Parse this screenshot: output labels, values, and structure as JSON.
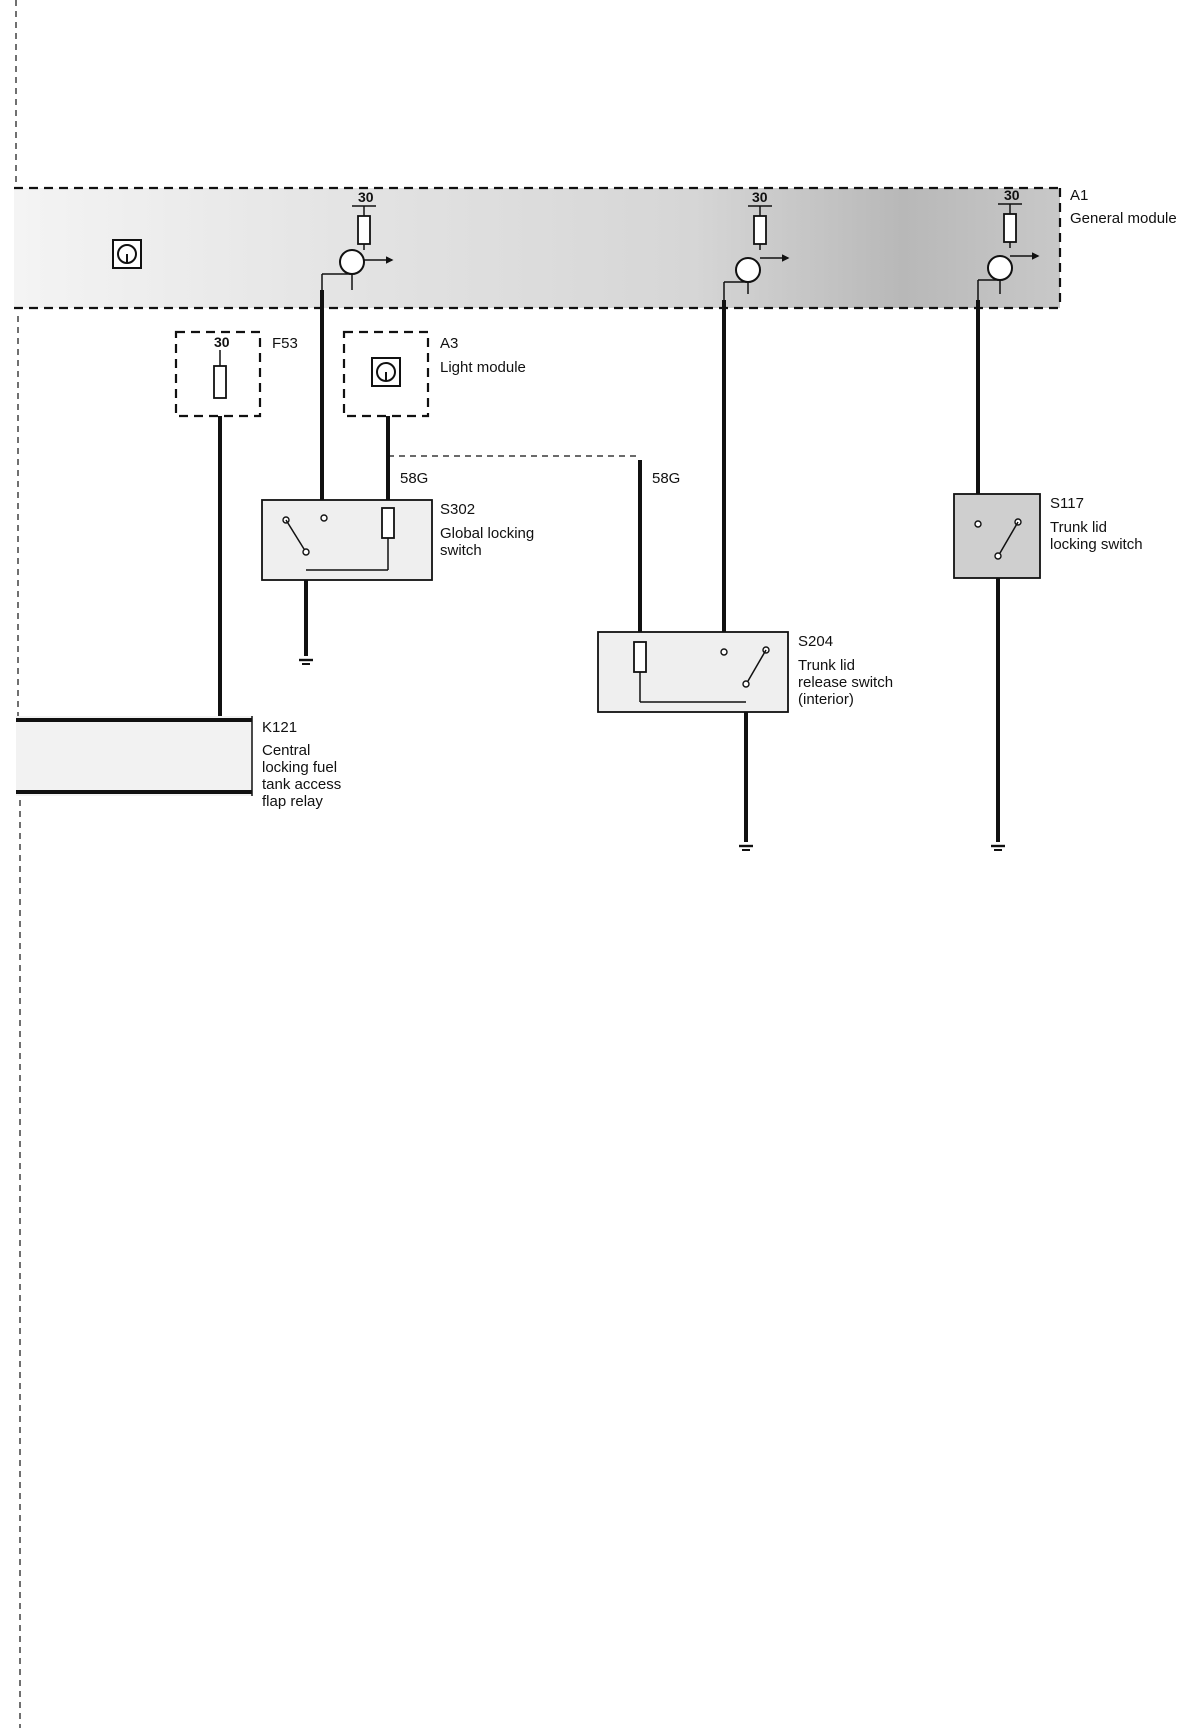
{
  "modules": {
    "a1": {
      "id": "A1",
      "name": "General module",
      "pins": [
        "30",
        "30",
        "30"
      ]
    },
    "a3": {
      "id": "A3",
      "name": "Light module"
    }
  },
  "fuse": {
    "id": "F53",
    "pin": "30"
  },
  "switches": {
    "s302": {
      "id": "S302",
      "name": [
        "Global locking",
        "switch"
      ]
    },
    "s204": {
      "id": "S204",
      "name": [
        "Trunk lid",
        "release switch",
        "(interior)"
      ]
    },
    "s117": {
      "id": "S117",
      "name": [
        "Trunk lid",
        "locking switch"
      ]
    }
  },
  "relay": {
    "id": "K121",
    "name": [
      "Central",
      "locking fuel",
      "tank access",
      "flap relay"
    ]
  },
  "wires": {
    "left_58g": "58G",
    "right_58g": "58G"
  },
  "colors": {
    "line": "#111111",
    "module_shade": "#d0d0d0",
    "box_fill": "#ececec"
  },
  "icons": [
    "module-icon",
    "fuse-icon",
    "transistor-icon",
    "resistor-icon",
    "switch-contact-icon",
    "ground-icon"
  ]
}
